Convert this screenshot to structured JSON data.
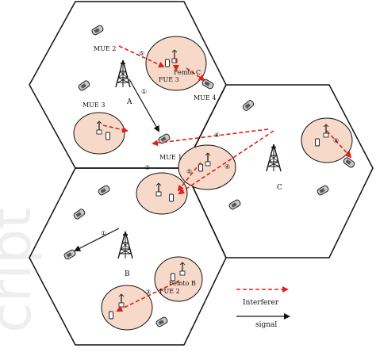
{
  "labels": {
    "cell_a": "A",
    "cell_b": "B",
    "cell_c": "C",
    "mue1": "MUE 1",
    "mue2": "MUE 2",
    "mue3": "MUE 3",
    "mue4": "MUE 4",
    "femto_c": "Femto C",
    "fue3": "FUE 3",
    "femto_b": "Femto B",
    "fue2": "FUE 2",
    "mark1": "①",
    "mark2": "②",
    "mark3": "③",
    "mark4": "④",
    "mark5": "⑤",
    "mark6": "⑥"
  },
  "legend": {
    "interferer": "Interferer",
    "signal": "signal"
  },
  "colors": {
    "interference": "#e0201a",
    "signal": "#111111",
    "femto_fill": "#f6d9c8",
    "hex_stroke": "#111111"
  },
  "watermark": "cript"
}
